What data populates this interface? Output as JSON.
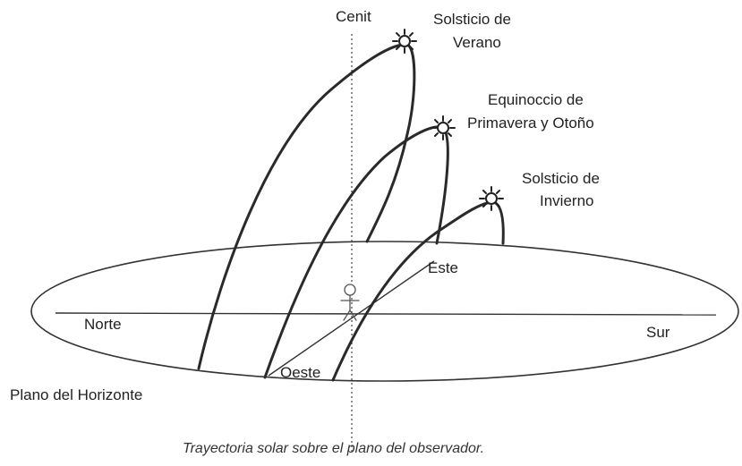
{
  "labels": {
    "zenith": "Cenit",
    "summer_line1": "Solsticio de",
    "summer_line2": "Verano",
    "equinox_line1": "Equinoccio de",
    "equinox_line2": "Primavera y Otoño",
    "winter_line1": "Solsticio de",
    "winter_line2": "Invierno",
    "east": "Este",
    "west": "Oeste",
    "north": "Norte",
    "south": "Sur",
    "horizon_plane": "Plano del Horizonte"
  },
  "caption": "Trayectoria solar sobre el plano del observador.",
  "icons": [
    "sun-icon",
    "observer-figure-icon"
  ]
}
